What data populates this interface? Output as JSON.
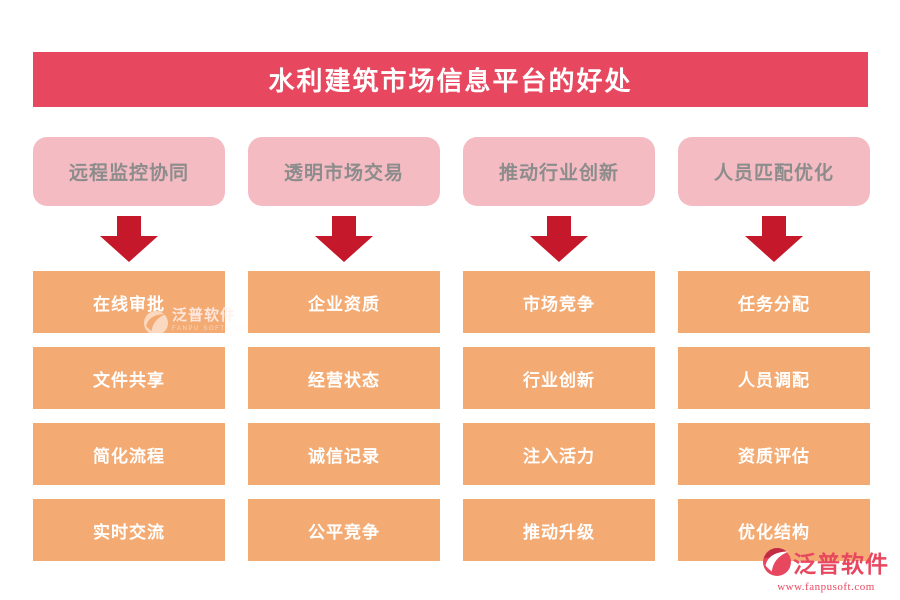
{
  "title": "水利建筑市场信息平台的好处",
  "columns": [
    {
      "header": "远程监控协同",
      "items": [
        "在线审批",
        "文件共享",
        "简化流程",
        "实时交流"
      ]
    },
    {
      "header": "透明市场交易",
      "items": [
        "企业资质",
        "经营状态",
        "诚信记录",
        "公平竞争"
      ]
    },
    {
      "header": "推动行业创新",
      "items": [
        "市场竞争",
        "行业创新",
        "注入活力",
        "推动升级"
      ]
    },
    {
      "header": "人员匹配优化",
      "items": [
        "任务分配",
        "人员调配",
        "资质评估",
        "优化结构"
      ]
    }
  ],
  "watermark": {
    "name": "泛普软件",
    "subname": "FANPU SOFTWARE"
  },
  "brand": {
    "name": "泛普软件",
    "url": "www.fanpusoft.com"
  },
  "colors": {
    "banner": "#e8485f",
    "arrow": "#c5182b",
    "header_bg": "#f4bbc2",
    "header_text": "#8c8c8c",
    "item_bg": "#f3ab73",
    "item_text": "#ffffff"
  }
}
